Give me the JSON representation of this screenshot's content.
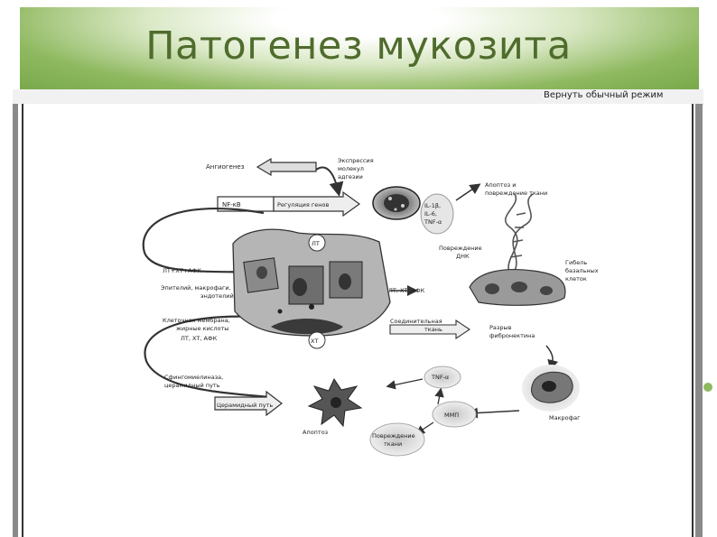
{
  "slide": {
    "title": "Патогенез мукозита",
    "viewer_mode": "Вернуть обычный режим"
  },
  "diagram": {
    "labels": {
      "angiogenesis": "Ангиогенез",
      "adhesion_1": "Экспрессия",
      "adhesion_2": "молекул",
      "adhesion_3": "адгезии",
      "nfkb": "NF-κB",
      "gene_regulation": "Регуляция генов",
      "cytokines_1": "IL-1β,",
      "cytokines_2": "IL-6,",
      "cytokines_3": "TNF-α",
      "apoptosis_top_1": "Апоптоз и",
      "apoptosis_top_2": "повреждение ткани",
      "lt_top": "ЛТ",
      "dna_damage_1": "Повреждение",
      "dna_damage_2": "ДНК",
      "basal_death_1": "Гибель",
      "basal_death_2": "базальных",
      "basal_death_3": "клеток",
      "lt_xt_afk_left": "ЛТ+ХТ+АФК",
      "epithelium_1": "Эпителий, макрофаги,",
      "epithelium_2": "эндотелий",
      "lt_xt_afk_right": "ЛТ, ХТ, АФК",
      "membrane_1": "Клеточная мембрана,",
      "membrane_2": "жирные кислоты",
      "lt_xt_afk_bottom": "ЛТ, ХТ, АФК",
      "connective_1": "Соединительная",
      "connective_2": "ткань",
      "fibronectin_1": "Разрыв",
      "fibronectin_2": "фибронектина",
      "xt_label": "ХТ",
      "sphingo_1": "Сфингомиелиназа,",
      "sphingo_2": "церамидный путь",
      "ceramide_path": "Церамидный путь",
      "tnfa_bottom": "TNF-α",
      "mmp": "ММП",
      "apoptosis_bottom": "Апоптоз",
      "tissue_damage_1": "Повреждение",
      "tissue_damage_2": "ткани",
      "macrophage": "Макрофаг"
    }
  },
  "colors": {
    "title": "#4f6c2d",
    "header_green": "#78a84a",
    "side_dot": "#8fb960"
  }
}
